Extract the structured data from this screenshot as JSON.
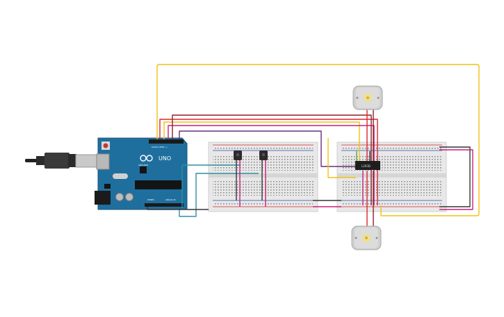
{
  "arduino": {
    "brand_text": "ARDUINO",
    "model_text": "UNO",
    "digital_header_text": "DIGITAL (PWM ~)",
    "power_header_text": "POWER",
    "analog_header_text": "ANALOG IN"
  },
  "driver_chip": {
    "label": "L293D"
  },
  "colors": {
    "board_blue": "#1f6f9e",
    "breadboard": "#e6e6e6",
    "wire_yellow": "#f2c10f",
    "wire_red": "#d8262e",
    "wire_magenta": "#c81f7a",
    "wire_purple": "#6b2b7a",
    "wire_dark_red": "#8e1d2c",
    "wire_teal": "#2e8fa0",
    "wire_black": "#333333",
    "wire_green": "#4fa84b",
    "motor_body": "#cfcfcf",
    "motor_shaft": "#f0e08a"
  },
  "components": [
    {
      "name": "arduino-uno-board",
      "icon": "arduino-board-icon"
    },
    {
      "name": "usb-cable",
      "icon": "usb-cable-icon"
    },
    {
      "name": "left-breadboard",
      "icon": "breadboard-icon"
    },
    {
      "name": "right-breadboard",
      "icon": "breadboard-icon"
    },
    {
      "name": "ir-sensor-1",
      "icon": "sensor-icon"
    },
    {
      "name": "ir-sensor-2",
      "icon": "sensor-icon"
    },
    {
      "name": "motor-driver-chip",
      "icon": "ic-chip-icon"
    },
    {
      "name": "top-dc-motor",
      "icon": "dc-motor-icon"
    },
    {
      "name": "bottom-dc-motor",
      "icon": "dc-motor-icon"
    }
  ]
}
